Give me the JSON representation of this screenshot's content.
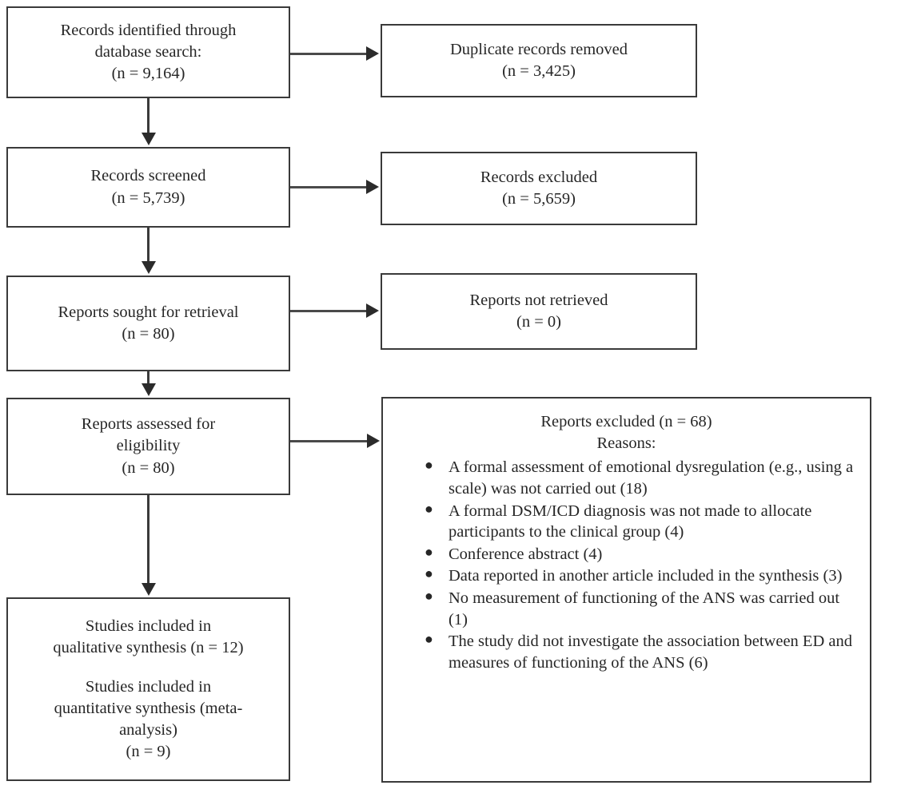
{
  "diagram": {
    "type": "prisma-flow-diagram",
    "boxes": [
      {
        "id": "records-identified",
        "lines": [
          "Records identified through",
          "database search:",
          "(n = 9,164)"
        ]
      },
      {
        "id": "duplicates-removed",
        "lines": [
          "Duplicate records removed",
          "(n = 3,425)"
        ]
      },
      {
        "id": "records-screened",
        "lines": [
          "Records screened",
          "(n = 5,739)"
        ]
      },
      {
        "id": "records-excluded",
        "lines": [
          "Records excluded",
          "(n = 5,659)"
        ]
      },
      {
        "id": "reports-sought",
        "lines": [
          "Reports sought for retrieval",
          "(n = 80)"
        ]
      },
      {
        "id": "reports-not-retrieved",
        "lines": [
          "Reports not retrieved",
          "(n = 0)"
        ]
      },
      {
        "id": "reports-assessed",
        "lines": [
          "Reports assessed for",
          "eligibility",
          "(n = 80)"
        ]
      },
      {
        "id": "studies-included",
        "lines": [
          "Studies included in",
          "qualitative synthesis (n = 12)",
          "",
          "Studies included in",
          "quantitative synthesis (meta-",
          "analysis)",
          "(n = 9)"
        ]
      }
    ],
    "reports_excluded": {
      "heading": "Reports excluded (n = 68)",
      "subheading": "Reasons:",
      "reasons": [
        "A formal assessment of emotional dysregulation (e.g., using a scale) was not carried out (18)",
        "A formal DSM/ICD diagnosis was not made to allocate participants to the clinical group (4)",
        "Conference abstract (4)",
        "Data reported in another article included in the synthesis (3)",
        "No measurement of functioning of the ANS was carried out (1)",
        "The study did not investigate the association between ED and measures of functioning of the ANS (6)"
      ],
      "bullet_glyph": "●"
    },
    "colors": {
      "box_border": "#3a3a3a",
      "connector": "#4a4a4a",
      "arrow_head": "#2b2b2b",
      "text": "#262626",
      "background": "#ffffff"
    }
  }
}
